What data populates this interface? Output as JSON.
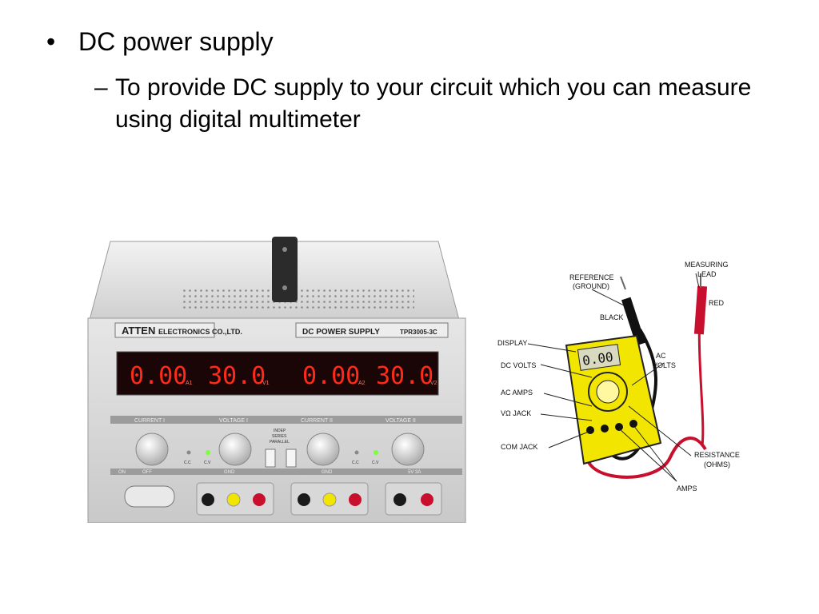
{
  "slide": {
    "bullet": "•",
    "heading": "DC power supply",
    "dash": "–",
    "subpoint": "To provide DC supply to your circuit which you can measure using digital multimeter"
  },
  "power_supply": {
    "brand": "ATTEN",
    "maker": "ELECTRONICS CO.,LTD.",
    "title": "DC POWER SUPPLY",
    "model": "TPR3005-3C",
    "display_current_1": "0.00",
    "display_unit_a1": "A1",
    "display_voltage_1": "30.0",
    "display_unit_v1": "V1",
    "display_current_2": "0.00",
    "display_unit_a2": "A2",
    "display_voltage_2": "30.0",
    "display_unit_v2": "V2",
    "label_current_1": "CURRENT I",
    "label_voltage_1": "VOLTAGE I",
    "label_current_2": "CURRENT II",
    "label_voltage_2": "VOLTAGE II",
    "mode_indep": "INDEP",
    "mode_series": "SERIES",
    "mode_parallel": "PARALLEL",
    "cc": "C.C",
    "cv": "C.V",
    "power_on": "ON",
    "power_off": "OFF",
    "gnd_1": "GND",
    "gnd_2": "GND",
    "fixed_out": "5V 3A"
  },
  "multimeter": {
    "display_value": "0.00",
    "label_reference": "REFERENCE",
    "label_ground": "(GROUND)",
    "label_measuring": "MEASURING",
    "label_lead": "LEAD",
    "label_red": "RED",
    "label_black": "BLACK",
    "label_display": "DISPLAY",
    "label_dc_volts": "DC VOLTS",
    "label_ac": "AC",
    "label_volts": "VOLTS",
    "label_ac_amps": "AC AMPS",
    "label_vohm_jack": "VΩ  JACK",
    "label_com_jack": "COM JACK",
    "label_resistance": "RESISTANCE",
    "label_ohms": "(OHMS)",
    "label_amps": "AMPS"
  },
  "colors": {
    "display_red": "#ff2a1a",
    "meter_yellow": "#f2e600",
    "lead_red": "#c8102e"
  }
}
